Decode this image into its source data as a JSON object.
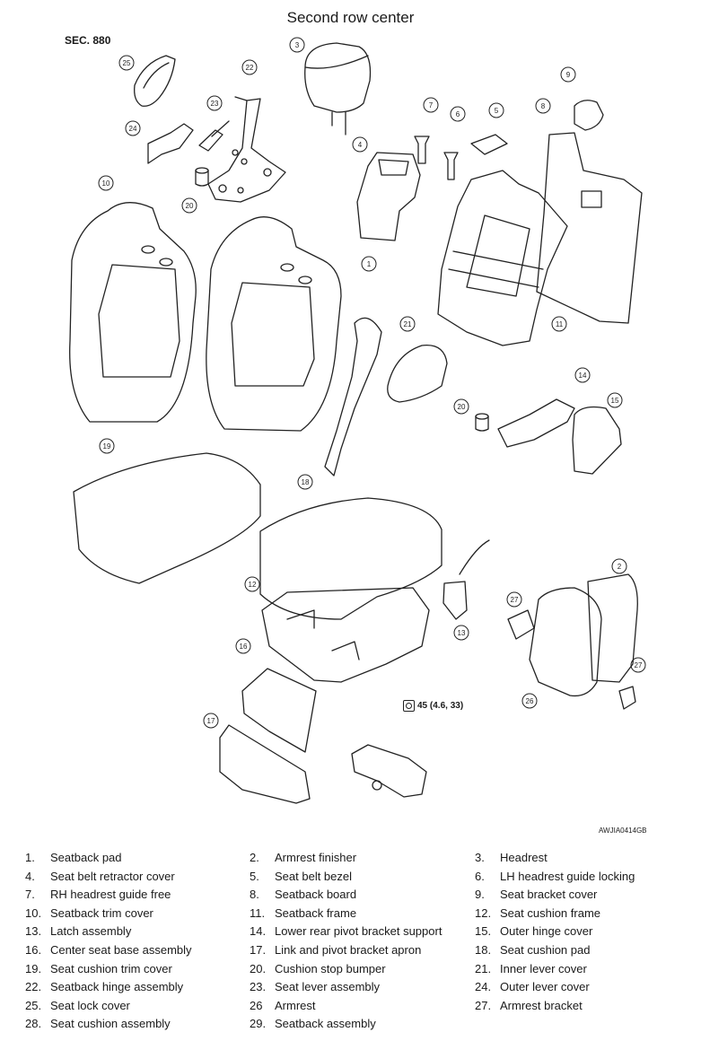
{
  "header": {
    "title": "Second row center",
    "section": "SEC. 880"
  },
  "diagram": {
    "code": "AWJIA0414GB",
    "torque": "45 (4.6, 33)",
    "torque_icon": "torque-wrench-icon",
    "callouts": [
      "25",
      "22",
      "23",
      "24",
      "20",
      "3",
      "10",
      "7",
      "6",
      "5",
      "4",
      "8",
      "9",
      "1",
      "11",
      "21",
      "14",
      "20",
      "15",
      "19",
      "18",
      "12",
      "2",
      "27",
      "13",
      "16",
      "27",
      "26",
      "17"
    ]
  },
  "legend": {
    "items": [
      {
        "num": "1.",
        "label": "Seatback pad"
      },
      {
        "num": "2.",
        "label": "Armrest finisher"
      },
      {
        "num": "3.",
        "label": "Headrest"
      },
      {
        "num": "4.",
        "label": "Seat belt retractor cover"
      },
      {
        "num": "5.",
        "label": "Seat belt bezel"
      },
      {
        "num": "6.",
        "label": "LH headrest guide locking"
      },
      {
        "num": "7.",
        "label": "RH headrest guide free"
      },
      {
        "num": "8.",
        "label": "Seatback board"
      },
      {
        "num": "9.",
        "label": "Seat bracket cover"
      },
      {
        "num": "10.",
        "label": "Seatback trim cover"
      },
      {
        "num": "11.",
        "label": "Seatback frame"
      },
      {
        "num": "12.",
        "label": "Seat cushion frame"
      },
      {
        "num": "13.",
        "label": "Latch assembly"
      },
      {
        "num": "14.",
        "label": "Lower rear pivot bracket support"
      },
      {
        "num": "15.",
        "label": "Outer hinge cover"
      },
      {
        "num": "16.",
        "label": "Center seat base assembly"
      },
      {
        "num": "17.",
        "label": "Link and pivot bracket apron"
      },
      {
        "num": "18.",
        "label": "Seat cushion pad"
      },
      {
        "num": "19.",
        "label": "Seat cushion trim cover"
      },
      {
        "num": "20.",
        "label": "Cushion stop bumper"
      },
      {
        "num": "21.",
        "label": "Inner lever cover"
      },
      {
        "num": "22.",
        "label": "Seatback hinge assembly"
      },
      {
        "num": "23.",
        "label": "Seat lever assembly"
      },
      {
        "num": "24.",
        "label": "Outer lever cover"
      },
      {
        "num": "25.",
        "label": "Seat lock cover"
      },
      {
        "num": "26",
        "label": "Armrest"
      },
      {
        "num": "27.",
        "label": "Armrest bracket"
      },
      {
        "num": "28.",
        "label": "Seat cushion assembly"
      },
      {
        "num": "29.",
        "label": "Seatback assembly"
      }
    ]
  }
}
